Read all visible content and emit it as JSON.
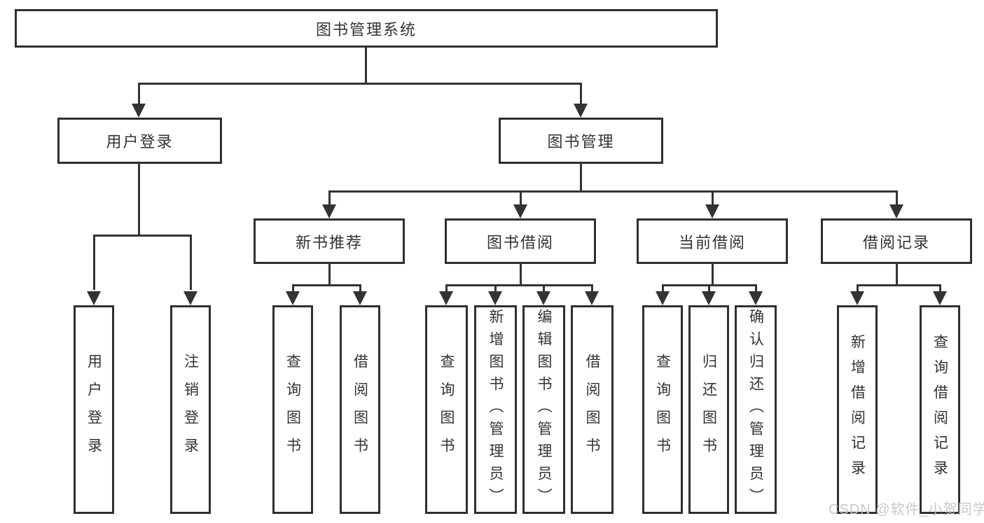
{
  "diagram": {
    "root": {
      "label": "图书管理系统"
    },
    "user_login": {
      "label": "用户登录",
      "children": [
        {
          "label": "用户登录"
        },
        {
          "label": "注销登录"
        }
      ]
    },
    "book_management": {
      "label": "图书管理",
      "sections": [
        {
          "label": "新书推荐",
          "children": [
            {
              "label": "查询图书"
            },
            {
              "label": "借阅图书"
            }
          ]
        },
        {
          "label": "图书借阅",
          "children": [
            {
              "label": "查询图书"
            },
            {
              "label": "新增图书（管理员）"
            },
            {
              "label": "编辑图书（管理员）"
            },
            {
              "label": "借阅图书"
            }
          ]
        },
        {
          "label": "当前借阅",
          "children": [
            {
              "label": "查询图书"
            },
            {
              "label": "归还图书"
            },
            {
              "label": "确认归还（管理员）"
            }
          ]
        },
        {
          "label": "借阅记录",
          "children": [
            {
              "label": "新增借阅记录"
            },
            {
              "label": "查询借阅记录"
            }
          ]
        }
      ]
    }
  },
  "watermark": {
    "text": "CSDN @软件_小贺同学"
  },
  "colors": {
    "line": "#333333",
    "box_border": "#2f2f2f",
    "box_background": "#ffffff",
    "text": "#333333",
    "watermark": "#c5c5c5"
  }
}
